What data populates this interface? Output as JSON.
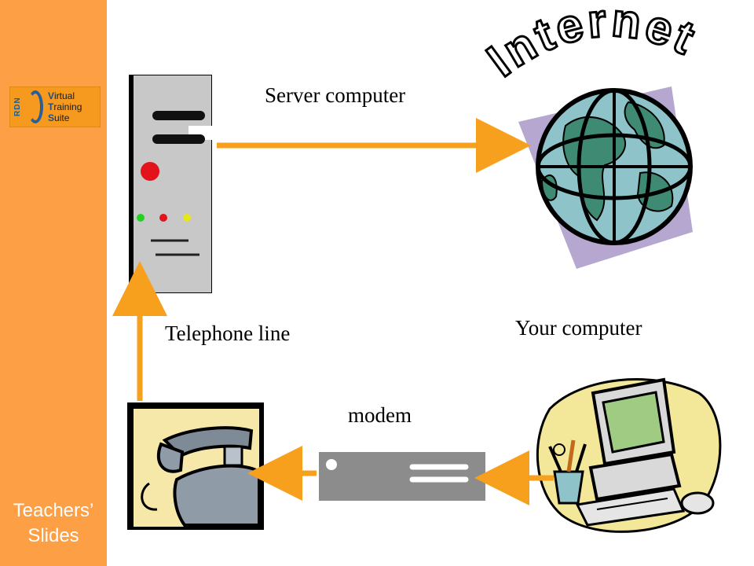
{
  "sidebar": {
    "logo": {
      "badge": "RDN",
      "lines": [
        {
          "initial": "V",
          "rest": "irtual"
        },
        {
          "initial": "T",
          "rest": "raining"
        },
        {
          "initial": "S",
          "rest": "uite"
        }
      ]
    },
    "caption_line1": "Teachers’",
    "caption_line2": "Slides"
  },
  "diagram": {
    "title": "Internet",
    "labels": {
      "server": "Server computer",
      "your_computer": "Your computer",
      "telephone": "Telephone line",
      "modem": "modem"
    },
    "icons": {
      "server": "server-tower-icon",
      "globe": "globe-icon",
      "computer": "desktop-computer-icon",
      "telephone": "telephone-icon",
      "modem": "modem-icon"
    }
  },
  "colors": {
    "sidebar": "#FD9F45",
    "arrow": "#F7A01E",
    "server_body": "#C8C8C8",
    "globe_ocean": "#8DC3C9",
    "globe_land": "#3E8A73",
    "globe_backing": "#B5A7CF",
    "computer_backdrop": "#F3E79A",
    "modem_body": "#8C8C8C"
  }
}
